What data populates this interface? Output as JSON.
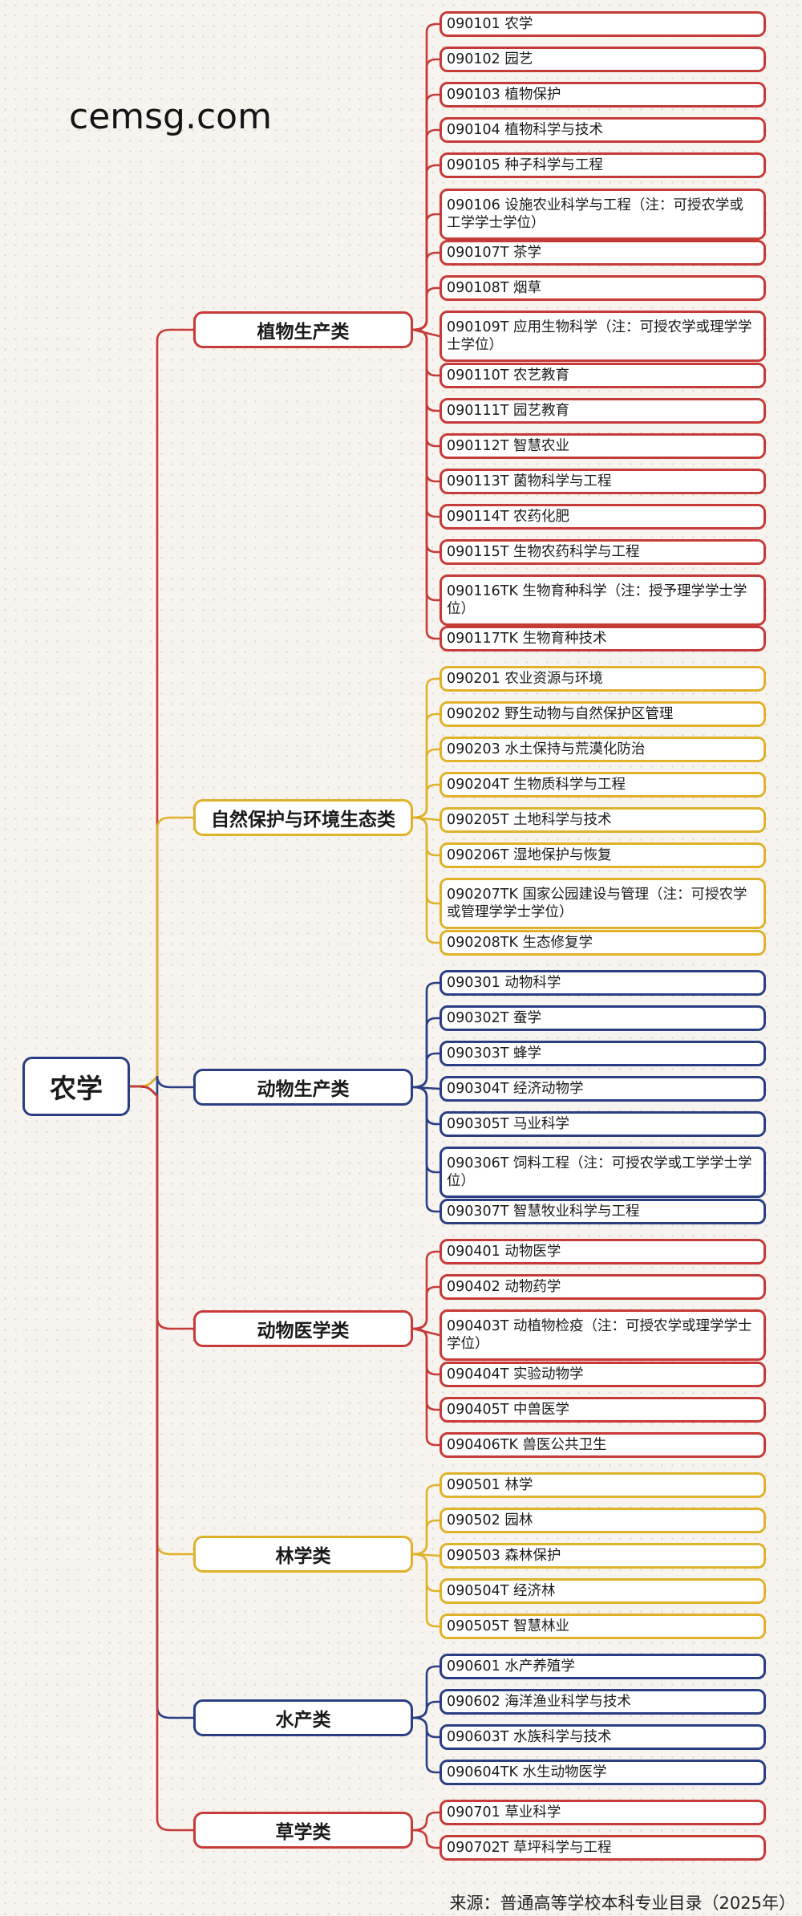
{
  "watermark": "cemsg.com",
  "root": {
    "label": "农学"
  },
  "colors": {
    "red": "#c63b38",
    "yellow": "#dfb22a",
    "blue": "#2a3f83"
  },
  "categories": [
    {
      "label": "植物生产类",
      "color": "red",
      "items": [
        "090101 农学",
        "090102 园艺",
        "090103 植物保护",
        "090104 植物科学与技术",
        "090105 种子科学与工程",
        "090106 设施农业科学与工程（注：可授农学或工学学士学位）",
        "090107T 茶学",
        "090108T 烟草",
        "090109T 应用生物科学（注：可授农学或理学学士学位）",
        "090110T 农艺教育",
        "090111T 园艺教育",
        "090112T 智慧农业",
        "090113T 菌物科学与工程",
        "090114T 农药化肥",
        "090115T 生物农药科学与工程",
        "090116TK 生物育种科学（注：授予理学学士学位）",
        "090117TK 生物育种技术"
      ]
    },
    {
      "label": "自然保护与环境生态类",
      "color": "yellow",
      "items": [
        "090201 农业资源与环境",
        "090202 野生动物与自然保护区管理",
        "090203 水土保持与荒漠化防治",
        "090204T 生物质科学与工程",
        "090205T 土地科学与技术",
        "090206T 湿地保护与恢复",
        "090207TK 国家公园建设与管理（注：可授农学或管理学学士学位）",
        "090208TK 生态修复学"
      ]
    },
    {
      "label": "动物生产类",
      "color": "blue",
      "items": [
        "090301 动物科学",
        "090302T 蚕学",
        "090303T 蜂学",
        "090304T 经济动物学",
        "090305T 马业科学",
        "090306T 饲料工程（注：可授农学或工学学士学位）",
        "090307T 智慧牧业科学与工程"
      ]
    },
    {
      "label": "动物医学类",
      "color": "red",
      "items": [
        "090401 动物医学",
        "090402 动物药学",
        "090403T 动植物检疫（注：可授农学或理学学士学位）",
        "090404T 实验动物学",
        "090405T 中兽医学",
        "090406TK 兽医公共卫生"
      ]
    },
    {
      "label": "林学类",
      "color": "yellow",
      "items": [
        "090501 林学",
        "090502 园林",
        "090503 森林保护",
        "090504T 经济林",
        "090505T 智慧林业"
      ]
    },
    {
      "label": "水产类",
      "color": "blue",
      "items": [
        "090601 水产养殖学",
        "090602 海洋渔业科学与技术",
        "090603T 水族科学与技术",
        "090604TK 水生动物医学"
      ]
    },
    {
      "label": "草学类",
      "color": "red",
      "items": [
        "090701 草业科学",
        "090702T 草坪科学与工程"
      ]
    }
  ],
  "source": "来源：普通高等学校本科专业目录（2025年）"
}
